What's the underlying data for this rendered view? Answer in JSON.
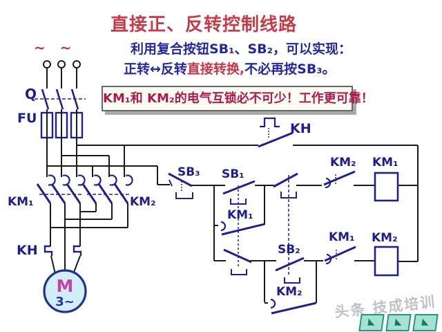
{
  "header": {
    "title": "直接正、反转控制线路",
    "subtitle1": "利用复合按钮SB₁、SB₂，可以实现：",
    "subtitle2_pre": "正转↔反转",
    "subtitle2_red": "直接转换,",
    "subtitle2_post": "不必再按SB₃。",
    "banner": "KM₁和 KM₂的电气互锁必不可少！工作更可靠！"
  },
  "labels": {
    "phase_tildes": "~ ~",
    "q_switch": "Q",
    "fuse": "FU",
    "km1_main": "KM₁",
    "km2_main": "KM₂",
    "kh_heater": "KH",
    "kh_contact": "KH",
    "sb3": "SB₃",
    "sb1": "SB₁",
    "km1_aux": "KM₁",
    "sb2": "SB₂",
    "km2_aux": "KM₂",
    "km2_interlock": "KM₂",
    "km1_interlock": "KM₁",
    "km1_coil": "KM₁",
    "km2_coil": "KM₂",
    "motor_letter": "M",
    "motor_phase": "3~"
  },
  "watermark": {
    "text": "头条 技成培训",
    "icon": "◣"
  },
  "colors": {
    "title_red": "#c53b47",
    "banner_red": "#b2164f",
    "text_navy": "#2427a0",
    "symbol_navy": "#20208c",
    "wire_black": "#1a1a1a",
    "motor_fill": "#d2eef6",
    "motor_m_pink": "#c344a8",
    "banner_bg": "#fcfcf0"
  }
}
